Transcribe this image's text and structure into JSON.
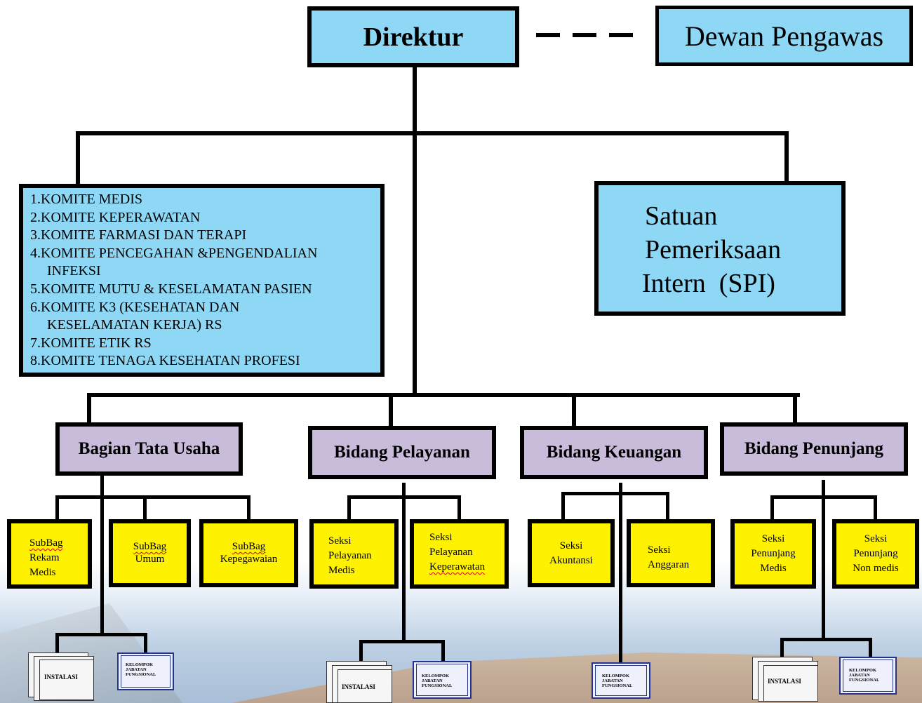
{
  "direktur": {
    "label": "Direktur"
  },
  "dewan_pengawas": {
    "label": "Dewan Pengawas"
  },
  "komite": {
    "items": [
      "1.KOMITE  MEDIS",
      "2.KOMITE  KEPERAWATAN",
      "3.KOMITE  FARMASI  DAN TERAPI",
      "4.KOMITE  PENCEGAHAN &PENGENDALIAN",
      "INFEKSI",
      "5.KOMITE MUTU & KESELAMATAN PASIEN",
      "6.KOMITE  K3  (KESEHATAN DAN",
      "KESELAMATAN KERJA) RS",
      "7.KOMITE   ETIK RS",
      "8.KOMITE  TENAGA  KESEHATAN PROFESI"
    ]
  },
  "spi": {
    "lines": [
      "Satuan",
      "Pemeriksaan",
      "Intern  (SPI)"
    ]
  },
  "bidang": [
    {
      "label": "Bagian Tata Usaha"
    },
    {
      "label": "Bidang Pelayanan"
    },
    {
      "label": "Bidang Keuangan"
    },
    {
      "label": "Bidang Penunjang"
    }
  ],
  "seksi": {
    "subbag_rekam_medis": [
      "SubBag",
      "Rekam",
      "Medis"
    ],
    "subbag_umum": [
      "SubBag",
      "Umum"
    ],
    "subbag_kepegawaian": [
      "SubBag",
      "Kepegawaian"
    ],
    "seksi_pelayanan_medis": [
      "Seksi",
      "Pelayanan",
      "Medis"
    ],
    "seksi_pelayanan_keperawatan": [
      "Seksi",
      "Pelayanan",
      "Keperawatan"
    ],
    "seksi_akuntansi": [
      "Seksi",
      "Akuntansi"
    ],
    "seksi_anggaran": [
      "Seksi",
      "Anggaran"
    ],
    "seksi_penunjang_medis": [
      "Seksi",
      "Penunjang",
      "Medis"
    ],
    "seksi_penunjang_non_medis": [
      "Seksi",
      "Penunjang",
      "Non medis"
    ]
  },
  "bottom": {
    "instalasi": "INSTALASI",
    "kelompok": [
      "KELOMPOK",
      "JABATAN",
      "FUNGSIONAL"
    ]
  },
  "colors": {
    "top_box": "#8ed8f6",
    "bidang_box": "#c9bcdb",
    "seksi_box": "#fff200",
    "border": "#000000",
    "kelompok_border": "#23348a"
  }
}
